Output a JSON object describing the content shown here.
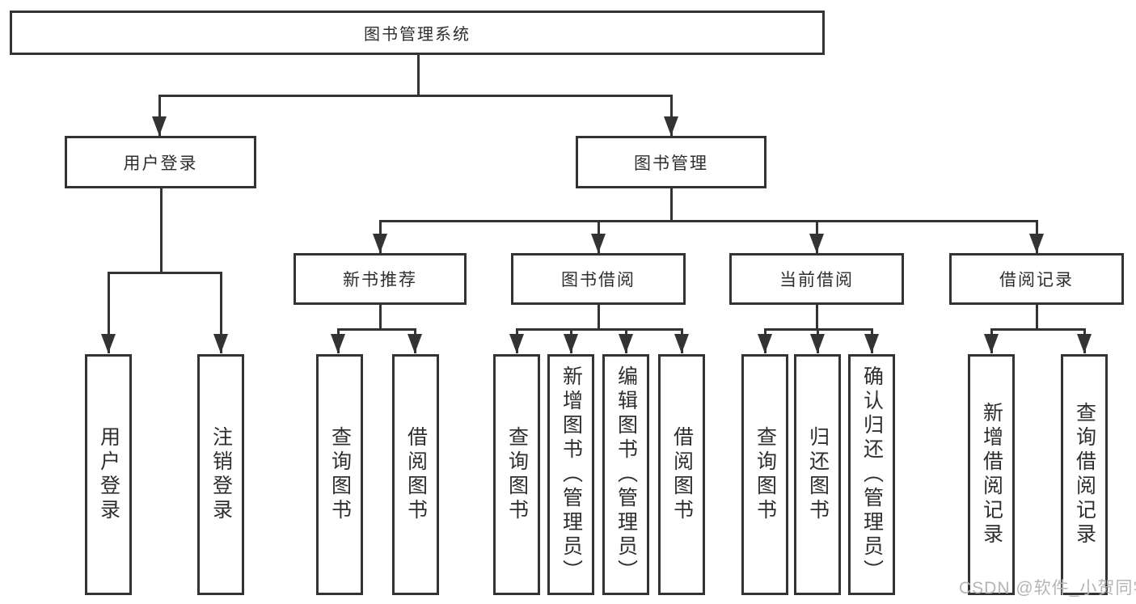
{
  "diagram": {
    "type": "tree",
    "line_color": "#333333",
    "text_color": "#2e2e2e",
    "background": "#ffffff",
    "tree": {
      "label": "图书管理系统",
      "children": [
        {
          "label": "用户登录",
          "children": [
            {
              "label": "用户登录"
            },
            {
              "label": "注销登录"
            }
          ]
        },
        {
          "label": "图书管理",
          "children": [
            {
              "label": "新书推荐",
              "children": [
                {
                  "label": "查询图书"
                },
                {
                  "label": "借阅图书"
                }
              ]
            },
            {
              "label": "图书借阅",
              "children": [
                {
                  "label": "查询图书"
                },
                {
                  "label": "新增图书（管理员）"
                },
                {
                  "label": "编辑图书（管理员）"
                },
                {
                  "label": "借阅图书"
                }
              ]
            },
            {
              "label": "当前借阅",
              "children": [
                {
                  "label": "查询图书"
                },
                {
                  "label": "归还图书"
                },
                {
                  "label": "确认归还（管理员）"
                }
              ]
            },
            {
              "label": "借阅记录",
              "children": [
                {
                  "label": "新增借阅记录"
                },
                {
                  "label": "查询借阅记录"
                }
              ]
            }
          ]
        }
      ]
    }
  },
  "watermark": {
    "text": "CSDN @软件_小贺同学",
    "color": "#b5b5b5"
  }
}
